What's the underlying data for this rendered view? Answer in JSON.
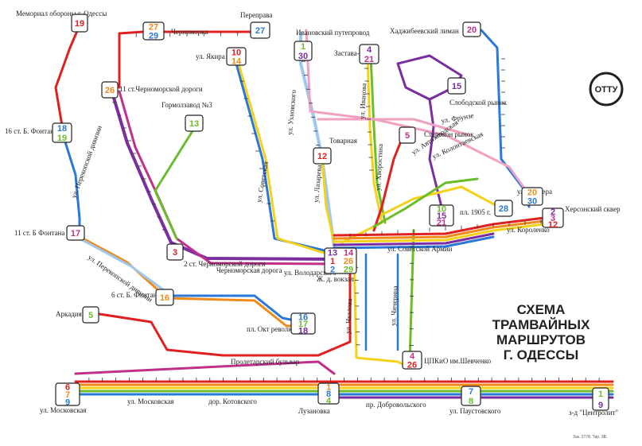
{
  "title": {
    "line1": "СХЕМА",
    "line2": "ТРАМВАЙНЫХ",
    "line3": "МАРШРУТОВ",
    "line4": "Г. ОДЕССЫ"
  },
  "logo": "ОТТУ",
  "footer_note": "Зак. 2778. Тир. 3В.",
  "colors": {
    "red": "#e02020",
    "orange": "#f08a1a",
    "yellow": "#f5d21a",
    "green": "#6bbd2a",
    "blue": "#2a78d8",
    "purple": "#7a2ea0",
    "pink": "#f0a0c0",
    "magenta": "#c0308a",
    "lightblue": "#9ec8f0",
    "olive": "#9aa02a"
  },
  "places": {
    "memorial": "Мемориал обороны г. Одессы",
    "pereprava": "Переправа",
    "chernomorka": "Черноморка",
    "ivanovsky": "Ивановский путепровод",
    "khadzhibey": "Хаджибеевский лиман",
    "zastava": "Застава-2",
    "tovarnaya": "Товарная",
    "starokon": "Старокон рынок",
    "slobodka": "Слободской рынок",
    "fontan16": "16 ст. Б. Фонтана",
    "chernomdorogi11": "11 ст.Черноморской дороги",
    "gormolzavod": "Гормолзавод №3",
    "yakira": "ул. Якира",
    "fontan11": "11 ст. Б Фонтана",
    "chernomdorogi2": "2 ст. Черноморской дороги",
    "chernomdoroga": "Черноморская дорога",
    "volodarskogo": "ул. Володарского",
    "vokzal": "Ж. д. вокзал",
    "fontan6": "6 ст. Б. Фонтана",
    "arkadiya": "Аркадия",
    "oktrev": "пл. Окт революции",
    "proletarsky": "Пролетарский бульвар",
    "tsptkio": "ЦПКиО им.Шевченко",
    "pastera": "ул. Пастера",
    "khersonsky": "Херсонский сквер",
    "moskovskaya": "ул. Московская",
    "moskovskaya2": "ул. Московская",
    "kotovskogo": "дор. Котовского",
    "luzanovka": "Лузановка",
    "dobrovolskogo": "пр. Добровольского",
    "paustovskogo": "ул. Паустовского",
    "tsentrolit": "з-д \"Центролит\"",
    "sovarmii": "ул. Советской Армии",
    "uhnovskogo": "ул. Ухновского",
    "lazareva": "ул. Лазарева",
    "ivanova": "ул. Иванова",
    "khvorostina": "ул. Хворостина",
    "chkalova": "ул. Чкалова",
    "chicherina": "ул. Чичерина",
    "sovetskaya": "ул. Советская",
    "perekopskoy": "ул. Перекопской дивизии",
    "perekopskoy2": "ул. Перекопской дивизии",
    "kolontaevskaya": "ул. Колонтаевская",
    "fruze": "ул. Фрунзе",
    "korolenko": "ул. Короленко",
    "avtozavodskaya": "ул. Автозаводская",
    "skhid1905": "пл. 1905 г."
  },
  "terminals": [
    {
      "id": "t19a",
      "n": [
        "19"
      ]
    },
    {
      "id": "t27a",
      "n": [
        "27",
        "29"
      ]
    },
    {
      "id": "t27b",
      "n": [
        "27"
      ]
    },
    {
      "id": "t130",
      "n": [
        "1",
        "30"
      ]
    },
    {
      "id": "t421",
      "n": [
        "4",
        "21"
      ]
    },
    {
      "id": "t20",
      "n": [
        "20"
      ]
    },
    {
      "id": "t1014",
      "n": [
        "10",
        "14"
      ]
    },
    {
      "id": "t26",
      "n": [
        "26"
      ]
    },
    {
      "id": "t1819",
      "n": [
        "18",
        "19"
      ]
    },
    {
      "id": "t13",
      "n": [
        "13"
      ]
    },
    {
      "id": "t15",
      "n": [
        "15"
      ]
    },
    {
      "id": "t5a",
      "n": [
        "5"
      ]
    },
    {
      "id": "t12",
      "n": [
        "12"
      ]
    },
    {
      "id": "t2030",
      "n": [
        "20",
        "30"
      ]
    },
    {
      "id": "t28",
      "n": [
        "28"
      ]
    },
    {
      "id": "t1015",
      "n": [
        "10",
        "15",
        "21"
      ]
    },
    {
      "id": "t2312",
      "n": [
        "2",
        "3",
        "12"
      ]
    },
    {
      "id": "t17",
      "n": [
        "17"
      ]
    },
    {
      "id": "t3",
      "n": [
        "3"
      ]
    },
    {
      "id": "t16",
      "n": [
        "16"
      ]
    },
    {
      "id": "t1618",
      "n": [
        "16",
        "17",
        "18"
      ]
    },
    {
      "id": "t5b",
      "n": [
        "5"
      ]
    },
    {
      "id": "tvok",
      "n": [
        "13",
        "14",
        "1",
        "26",
        "2",
        "29"
      ]
    },
    {
      "id": "t426",
      "n": [
        "4",
        "26"
      ]
    },
    {
      "id": "t679",
      "n": [
        "6",
        "7",
        "9"
      ]
    },
    {
      "id": "t148",
      "n": [
        "1",
        "8",
        "4"
      ]
    },
    {
      "id": "t78",
      "n": [
        "7",
        "8"
      ]
    },
    {
      "id": "t19b",
      "n": [
        "1",
        "9"
      ]
    }
  ]
}
